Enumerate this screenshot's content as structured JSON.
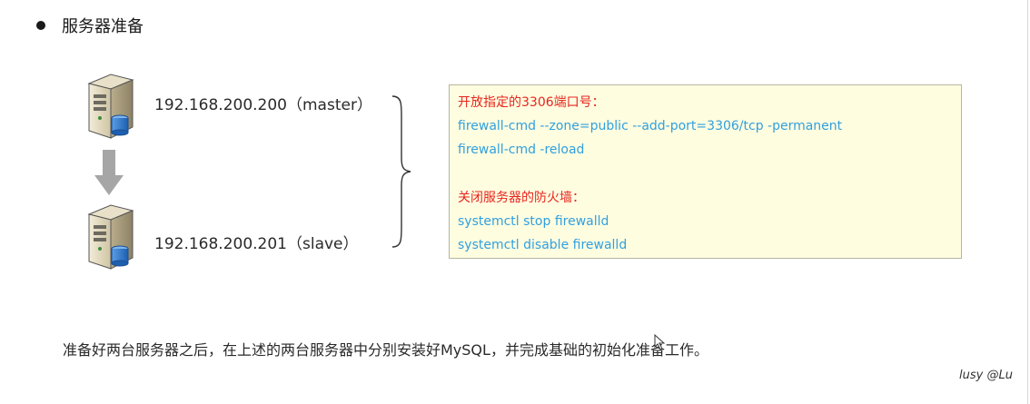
{
  "heading": {
    "text": "服务器准备"
  },
  "servers": [
    {
      "label": "192.168.200.200（master）",
      "icon": "server-icon"
    },
    {
      "label": "192.168.200.201（slave）",
      "icon": "server-icon"
    }
  ],
  "info_box": {
    "lines": [
      {
        "text": "开放指定的3306端口号：",
        "style": "red"
      },
      {
        "text": "firewall-cmd --zone=public --add-port=3306/tcp -permanent",
        "style": "blue"
      },
      {
        "text": "firewall-cmd -reload",
        "style": "blue"
      },
      {
        "text": "",
        "style": "blank"
      },
      {
        "text": "关闭服务器的防火墙：",
        "style": "red"
      },
      {
        "text": "systemctl  stop  firewalld",
        "style": "blue"
      },
      {
        "text": "systemctl  disable  firewalld",
        "style": "blue"
      }
    ]
  },
  "footer": {
    "text": "准备好两台服务器之后，在上述的两台服务器中分别安装好MySQL，并完成基础的初始化准备工作。"
  },
  "watermark": {
    "text": "lusy @Lu"
  },
  "colors": {
    "heading_red": "#e6261f",
    "command_blue": "#30a0e0",
    "box_background": "#fffde0",
    "arrow_gray": "#a6a6a6"
  }
}
